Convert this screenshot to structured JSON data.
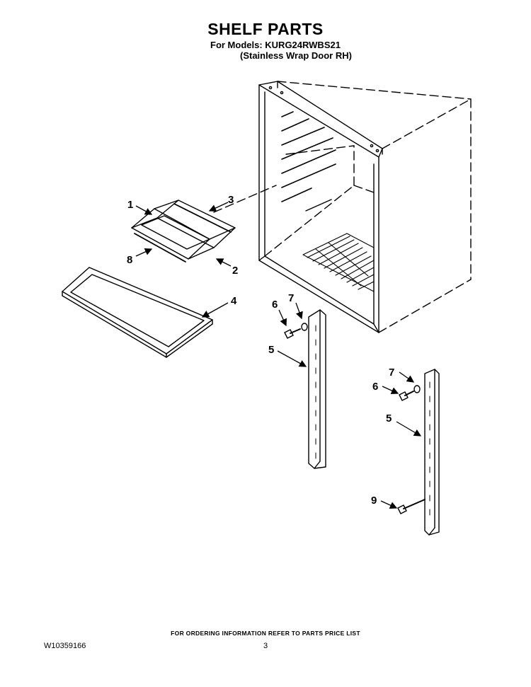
{
  "header": {
    "title": "SHELF PARTS",
    "models": "For Models: KURG24RWBS21",
    "variant": "(Stainless Wrap Door RH)"
  },
  "callouts": [
    "1",
    "3",
    "8",
    "2",
    "4",
    "6",
    "7",
    "5",
    "7",
    "6",
    "5",
    "9"
  ],
  "footer": {
    "ordering_note": "FOR ORDERING INFORMATION REFER TO PARTS PRICE LIST",
    "doc_number": "W10359166",
    "page_number": "3"
  }
}
